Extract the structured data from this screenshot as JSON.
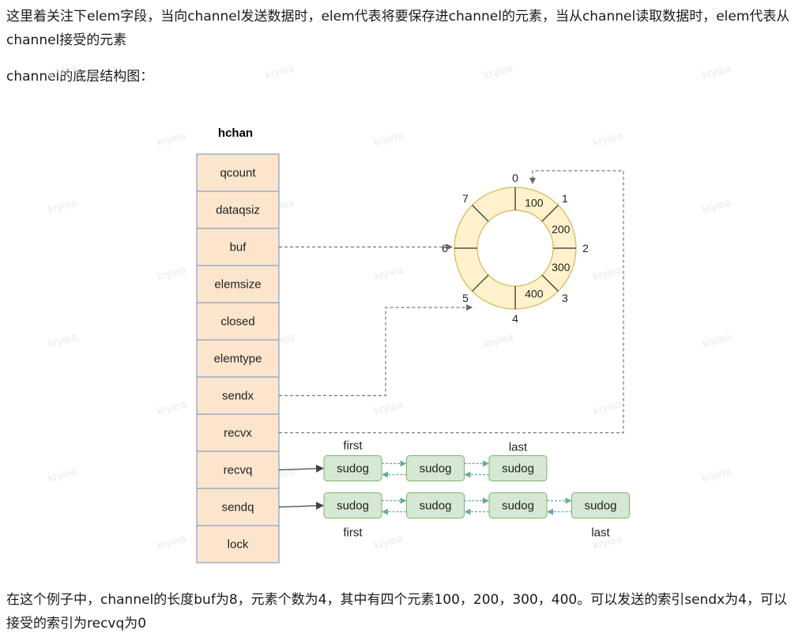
{
  "article": {
    "p1": "这里着关注下elem字段，当向channel发送数据时，elem代表将要保存进channel的元素，当从channel读取数据时，elem代表从channel接受的元素",
    "p2": "channel的底层结构图：",
    "p3": "在这个例子中，channel的长度buf为8，元素个数为4，其中有四个元素100，200，300，400。可以发送的索引sendx为4，可以接受的索引为recvq为0"
  },
  "watermark": "kryiea",
  "diagram": {
    "struct_title": "hchan",
    "fields": [
      "qcount",
      "dataqsiz",
      "buf",
      "elemsize",
      "closed",
      "elemtype",
      "sendx",
      "recvx",
      "recvq",
      "sendq",
      "lock"
    ],
    "ring_indices": [
      "0",
      "1",
      "2",
      "3",
      "4",
      "5",
      "6",
      "7"
    ],
    "ring_values": [
      "100",
      "200",
      "300",
      "400"
    ],
    "recvq": {
      "first": "first",
      "last": "last",
      "nodes": [
        "sudog",
        "sudog",
        "sudog"
      ]
    },
    "sendq": {
      "first": "first",
      "last": "last",
      "nodes": [
        "sudog",
        "sudog",
        "sudog",
        "sudog"
      ]
    },
    "colors": {
      "field_fill": "#fce5cd",
      "field_stroke": "#6c8ebf",
      "ring_fill": "#fff2cc",
      "ring_stroke": "#d6b656",
      "sudog_fill": "#d5e8d4",
      "sudog_stroke": "#82b366",
      "link_arrow": "#67ab9f"
    }
  }
}
